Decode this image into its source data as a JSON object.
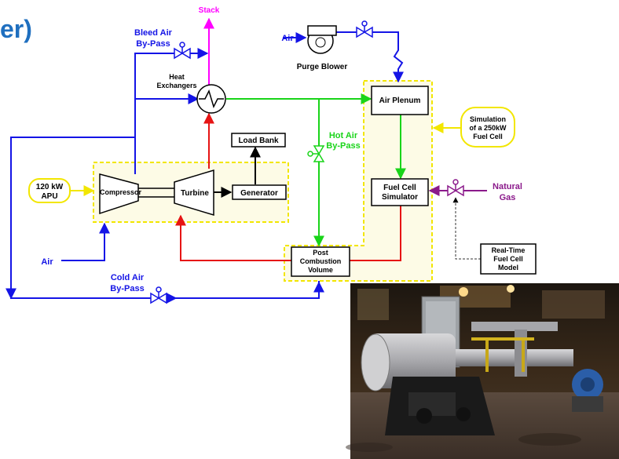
{
  "title_fragment": "er)",
  "colors": {
    "blue": "#1414e6",
    "red": "#e61414",
    "green": "#19d419",
    "magenta": "#ff00ff",
    "purple": "#8b1a8b",
    "yellow": "#f2e600",
    "title_blue": "#1f6fbf",
    "box_fill": "#fdfbe6"
  },
  "labels": {
    "stack": "Stack",
    "bleed_air_1": "Bleed Air",
    "bleed_air_2": "By-Pass",
    "air_top": "Air",
    "purge_blower": "Purge Blower",
    "heat_exchangers_1": "Heat",
    "heat_exchangers_2": "Exchangers",
    "air_plenum": "Air Plenum",
    "simulation_1": "Simulation",
    "simulation_2": "of a 250kW",
    "simulation_3": "Fuel Cell",
    "load_bank": "Load Bank",
    "hot_air_1": "Hot Air",
    "hot_air_2": "By-Pass",
    "apu_1": "120 kW",
    "apu_2": "APU",
    "compressor": "Compressor",
    "turbine": "Turbine",
    "generator": "Generator",
    "fuel_cell_sim_1": "Fuel Cell",
    "fuel_cell_sim_2": "Simulator",
    "natural_gas_1": "Natural",
    "natural_gas_2": "Gas",
    "air_left": "Air",
    "realtime_1": "Real-Time",
    "realtime_2": "Fuel Cell",
    "realtime_3": "Model",
    "post_comb_1": "Post",
    "post_comb_2": "Combustion",
    "post_comb_3": "Volume",
    "cold_air_1": "Cold Air",
    "cold_air_2": "By-Pass"
  }
}
